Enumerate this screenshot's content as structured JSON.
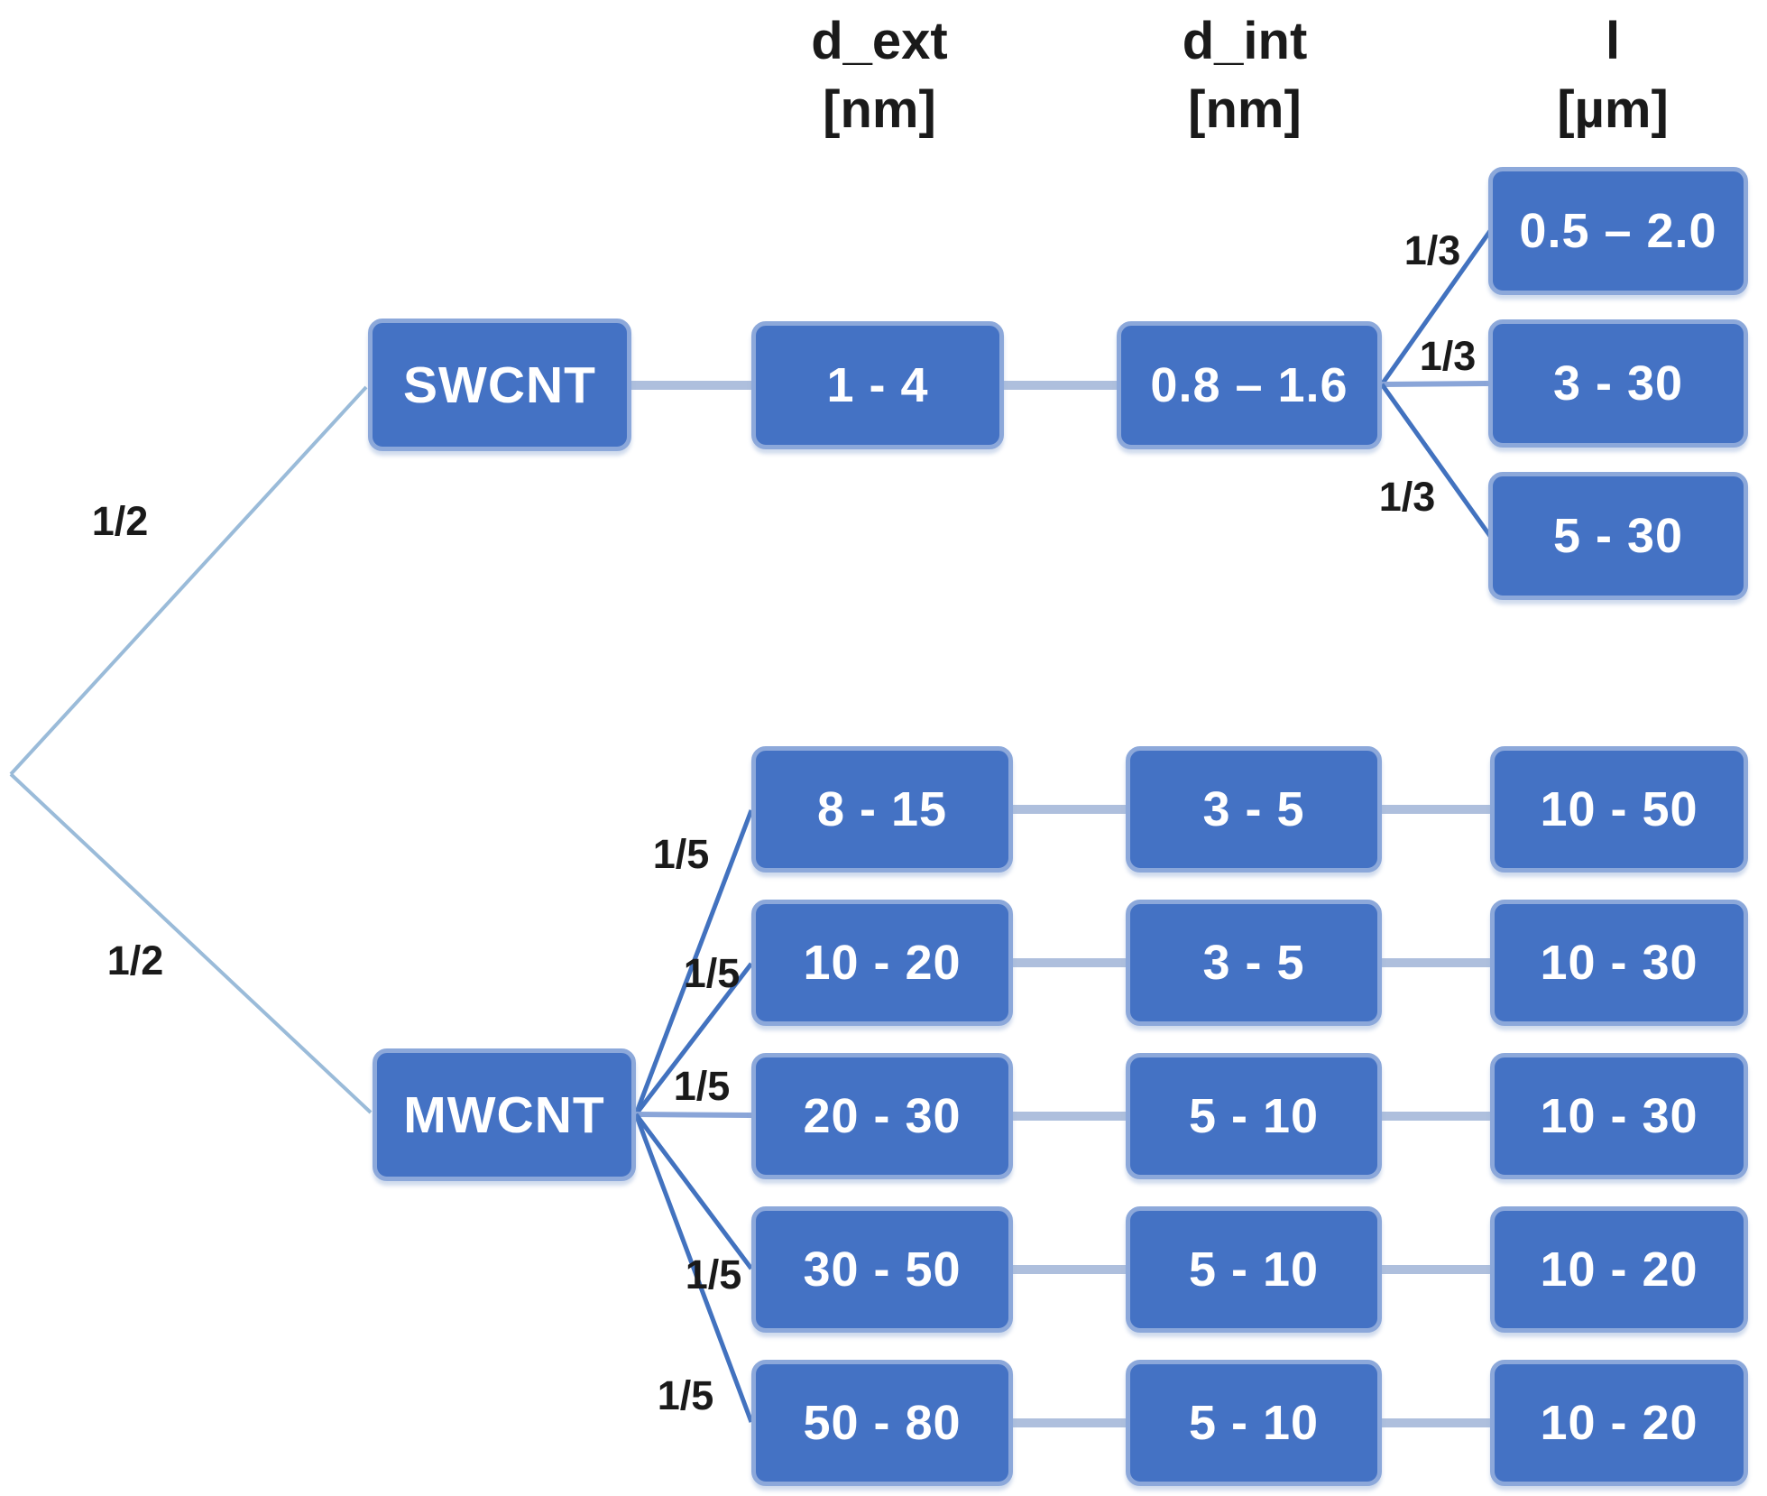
{
  "diagram_type": "probability-tree",
  "title_hidden": "",
  "colors": {
    "background": "#ffffff",
    "box_fill": "#4472c4",
    "box_border": "#8ca8da",
    "box_text": "#ffffff",
    "connector": "#aebfdd",
    "fan_branch": "#4272bf",
    "fan_horizontal": "#8aa5d8",
    "root_branch": "#9abbd9",
    "label_text": "#1a1a1a"
  },
  "headers": [
    {
      "line1": "d_ext",
      "line2": "[nm]"
    },
    {
      "line1": "d_int",
      "line2": "[nm]"
    },
    {
      "line1": "l",
      "line2": "[µm]"
    }
  ],
  "root": {
    "branches": [
      {
        "label": "1/2",
        "target": "SWCNT"
      },
      {
        "label": "1/2",
        "target": "MWCNT"
      }
    ]
  },
  "swcnt": {
    "name": "SWCNT",
    "d_ext": "1 - 4",
    "d_int": "0.8 – 1.6",
    "length_branches": [
      {
        "probability": "1/3",
        "l": "0.5 – 2.0"
      },
      {
        "probability": "1/3",
        "l": "3 - 30"
      },
      {
        "probability": "1/3",
        "l": "5 - 30"
      }
    ]
  },
  "mwcnt": {
    "name": "MWCNT",
    "branches": [
      {
        "probability": "1/5",
        "d_ext": "8 - 15",
        "d_int": "3 - 5",
        "l": "10 - 50"
      },
      {
        "probability": "1/5",
        "d_ext": "10 - 20",
        "d_int": "3 - 5",
        "l": "10 - 30"
      },
      {
        "probability": "1/5",
        "d_ext": "20 - 30",
        "d_int": "5 - 10",
        "l": "10 - 30"
      },
      {
        "probability": "1/5",
        "d_ext": "30 - 50",
        "d_int": "5 - 10",
        "l": "10 - 20"
      },
      {
        "probability": "1/5",
        "d_ext": "50 - 80",
        "d_int": "5 - 10",
        "l": "10 - 20"
      }
    ]
  }
}
